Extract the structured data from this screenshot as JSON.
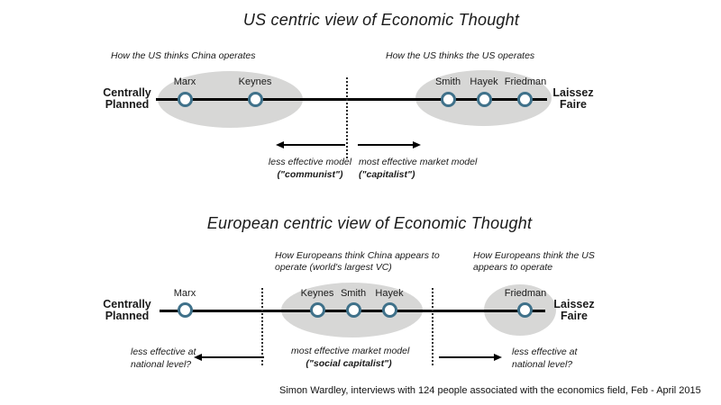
{
  "us_view": {
    "title": "US centric view of Economic Thought",
    "china_annotation": "How the US thinks China operates",
    "us_annotation": "How the US thinks the US operates",
    "axis_left": [
      "Centrally",
      "Planned"
    ],
    "axis_right": [
      "Laissez",
      "Faire"
    ],
    "nodes": [
      {
        "label": "Marx"
      },
      {
        "label": "Keynes"
      },
      {
        "label": "Smith"
      },
      {
        "label": "Hayek"
      },
      {
        "label": "Friedman"
      }
    ],
    "left_arrow": {
      "line1": "less effective model",
      "line2": "(\"communist\")"
    },
    "right_arrow": {
      "line1": "most effective market model",
      "line2": "(\"capitalist\")"
    }
  },
  "eu_view": {
    "title": "European centric view of Economic Thought",
    "china_annotation": [
      "How Europeans think China appears to",
      "operate (world's largest VC)"
    ],
    "us_annotation": [
      "How Europeans think the US",
      "appears to operate"
    ],
    "axis_left": [
      "Centrally",
      "Planned"
    ],
    "axis_right": [
      "Laissez",
      "Faire"
    ],
    "nodes": [
      {
        "label": "Marx"
      },
      {
        "label": "Keynes"
      },
      {
        "label": "Smith"
      },
      {
        "label": "Hayek"
      },
      {
        "label": "Friedman"
      }
    ],
    "left_arrow": {
      "line1": "less effective at",
      "line2": "national level?"
    },
    "center_label": {
      "line1": "most effective market model",
      "line2": "(\"social capitalist\")"
    },
    "right_arrow": {
      "line1": "less effective at",
      "line2": "national level?"
    }
  },
  "footer": "Simon Wardley, interviews with 124 people associated with the economics field, Feb - April 2015",
  "colors": {
    "ellipse_fill": "#d7d7d6",
    "node_stroke": "#3f718a",
    "line": "#000000"
  }
}
